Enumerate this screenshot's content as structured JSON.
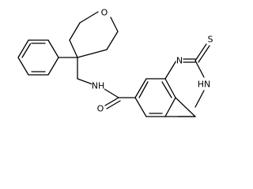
{
  "structure": {
    "bond_color": "#000000",
    "heteroatom_color": "#000000",
    "atoms": [
      {
        "id": "O_ring",
        "label": "O"
      },
      {
        "id": "NH_amide",
        "label": "NH"
      },
      {
        "id": "O_carbonyl",
        "label": "O"
      },
      {
        "id": "N1",
        "label": "N"
      },
      {
        "id": "S",
        "label": "S"
      },
      {
        "id": "NH_ring",
        "label": "HN"
      }
    ]
  }
}
